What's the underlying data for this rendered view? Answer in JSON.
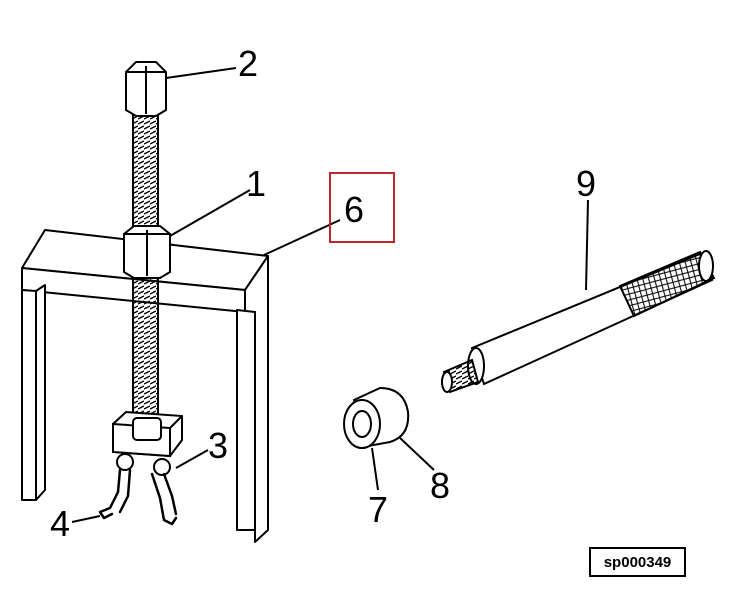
{
  "callouts": {
    "c1": "1",
    "c2": "2",
    "c3": "3",
    "c4": "4",
    "c6": "6",
    "c7": "7",
    "c8": "8",
    "c9": "9"
  },
  "reference_code": "sp000349",
  "colors": {
    "line": "#000000",
    "highlight": "#c0262c",
    "background": "#ffffff"
  }
}
